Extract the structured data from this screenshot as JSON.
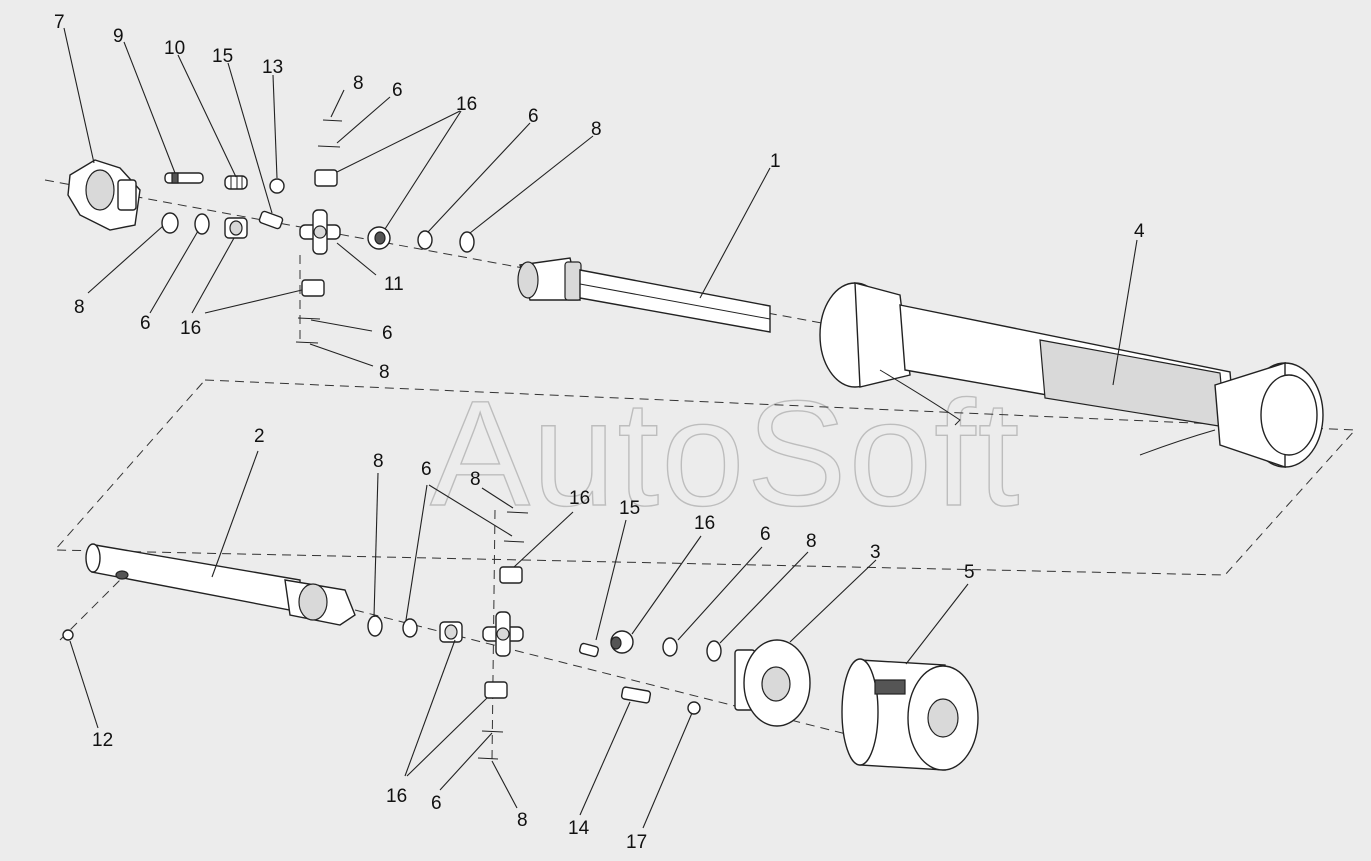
{
  "watermark": "AutoSoft",
  "callouts": {
    "c7": "7",
    "c9": "9",
    "c10": "10",
    "c15a": "15",
    "c13": "13",
    "c8a": "8",
    "c6a": "6",
    "c16a": "16",
    "c6b": "6",
    "c8b": "8",
    "c1": "1",
    "c4": "4",
    "c11": "11",
    "c8c": "8",
    "c6c": "6",
    "c16b": "16",
    "c6d": "6",
    "c8d": "8",
    "c2": "2",
    "c8e": "8",
    "c6e": "6",
    "c8f": "8",
    "c16c": "16",
    "c15b": "15",
    "c16d": "16",
    "c6f": "6",
    "c8g": "8",
    "c3": "3",
    "c5": "5",
    "c12": "12",
    "c16e": "16",
    "c6g": "6",
    "c8h": "8",
    "c14": "14",
    "c17": "17"
  }
}
